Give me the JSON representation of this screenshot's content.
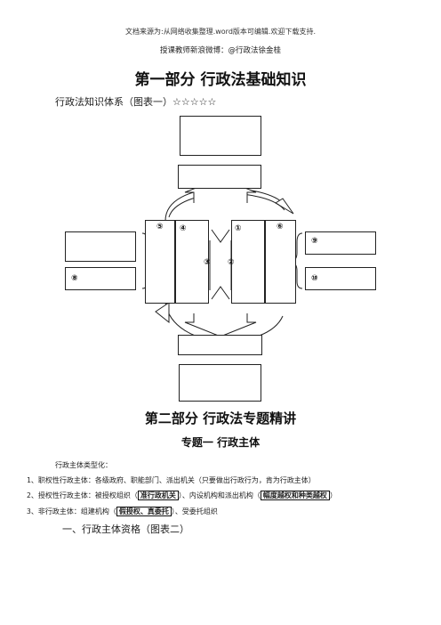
{
  "header": {
    "source_note": "文档来源为:从网络收集整理.word版本可编辑.欢迎下载支持.",
    "teacher_note": "授课教师新浪微博：@行政法徐金桂"
  },
  "part1": {
    "title": "第一部分  行政法基础知识",
    "system_title": "行政法知识体系（图表一）☆☆☆☆☆"
  },
  "diagram": {
    "labels": {
      "n1": "①",
      "n2": "②",
      "n3": "③",
      "n4": "④",
      "n5": "⑤",
      "n6": "⑥",
      "n8": "⑧",
      "n9": "⑨",
      "n10": "⑩"
    }
  },
  "part2": {
    "title": "第二部分  行政法专题精讲",
    "topic_title": "专题一  行政主体",
    "intro": "行政主体类型化：",
    "item1": "1、职权性行政主体：各级政府、职能部门、派出机关（只要做出行政行为，肯为行政主体）",
    "item2_prefix": "2、授权性行政主体：被授权组织（",
    "item2_box1": "准行政机关",
    "item2_mid": "）、内设机构和派出机构（",
    "item2_box2": "幅度越权和种类越权",
    "item2_suffix": "）",
    "item3_prefix": "3、非行政主体：组建机构（",
    "item3_box": "假授权、真委托",
    "item3_suffix": "）、受委托组织",
    "section_title": "一、行政主体资格（图表二）"
  }
}
